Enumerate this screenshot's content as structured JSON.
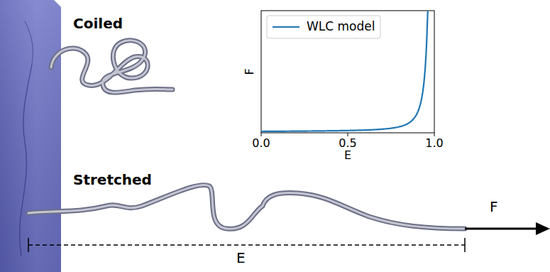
{
  "diagram": {
    "labels": [
      "Coiled",
      "Stretched",
      "F",
      "E",
      "F",
      "0.0",
      "0.5",
      "1.0",
      "E"
    ],
    "legend": [
      {
        "text": "WLC model"
      }
    ]
  }
}
